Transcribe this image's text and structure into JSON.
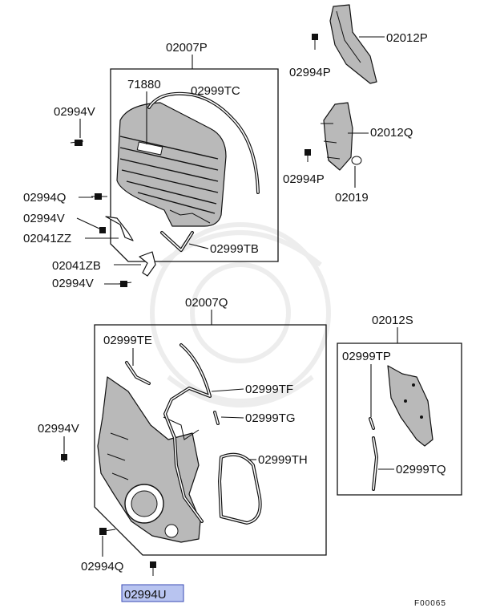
{
  "diagram": {
    "figure_code": "F00065",
    "highlight_color": "#b8c4f0",
    "highlight_border": "#3a4bb5",
    "labels": {
      "p02007P": "02007P",
      "p71880": "71880",
      "p02999TC": "02999TC",
      "p02994V_top": "02994V",
      "p02994Q_top": "02994Q",
      "p02994V_mid": "02994V",
      "p02041ZZ": "02041ZZ",
      "p02999TB": "02999TB",
      "p02041ZB": "02041ZB",
      "p02994V_mid2": "02994V",
      "p02012P": "02012P",
      "p02994P_top": "02994P",
      "p02012Q": "02012Q",
      "p02994P_mid": "02994P",
      "p02019": "02019",
      "p02007Q": "02007Q",
      "p02999TE": "02999TE",
      "p02999TF": "02999TF",
      "p02999TG": "02999TG",
      "p02999TH": "02999TH",
      "p02994V_low": "02994V",
      "p02994Q_low": "02994Q",
      "p02994U": "02994U",
      "p02012S": "02012S",
      "p02999TP": "02999TP",
      "p02999TQ": "02999TQ"
    }
  }
}
